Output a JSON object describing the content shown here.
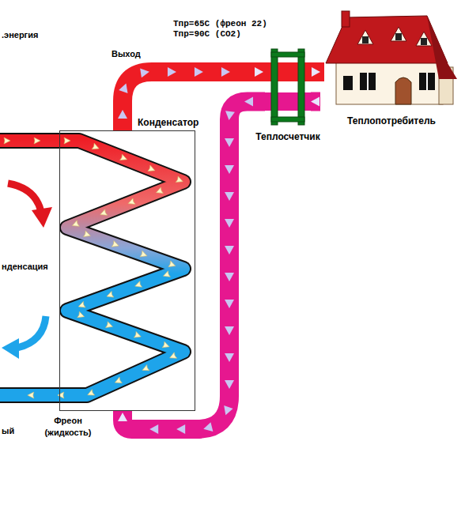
{
  "diagram": {
    "nodes": [
      {
        "text": [
          "Конденсатор"
        ]
      },
      {
        "text": [
          "Теплопотребитель"
        ]
      },
      {
        "text": [
          "Теплосчетчик"
        ]
      }
    ],
    "edges": [
      {
        "from": 0,
        "to": 2,
        "arrow": "to"
      },
      {
        "from": 2,
        "to": 1,
        "arrow": "to"
      },
      {
        "from": 1,
        "to": 2,
        "arrow": "to"
      },
      {
        "from": 2,
        "to": 0,
        "arrow": "to"
      }
    ],
    "labels": [
      ".энергия",
      "Тпр=65С (фреон 22)",
      "Тпр=90С (CO2)",
      "Выход",
      "нденсация",
      "Фреон (жидкость)",
      "ый"
    ]
  }
}
